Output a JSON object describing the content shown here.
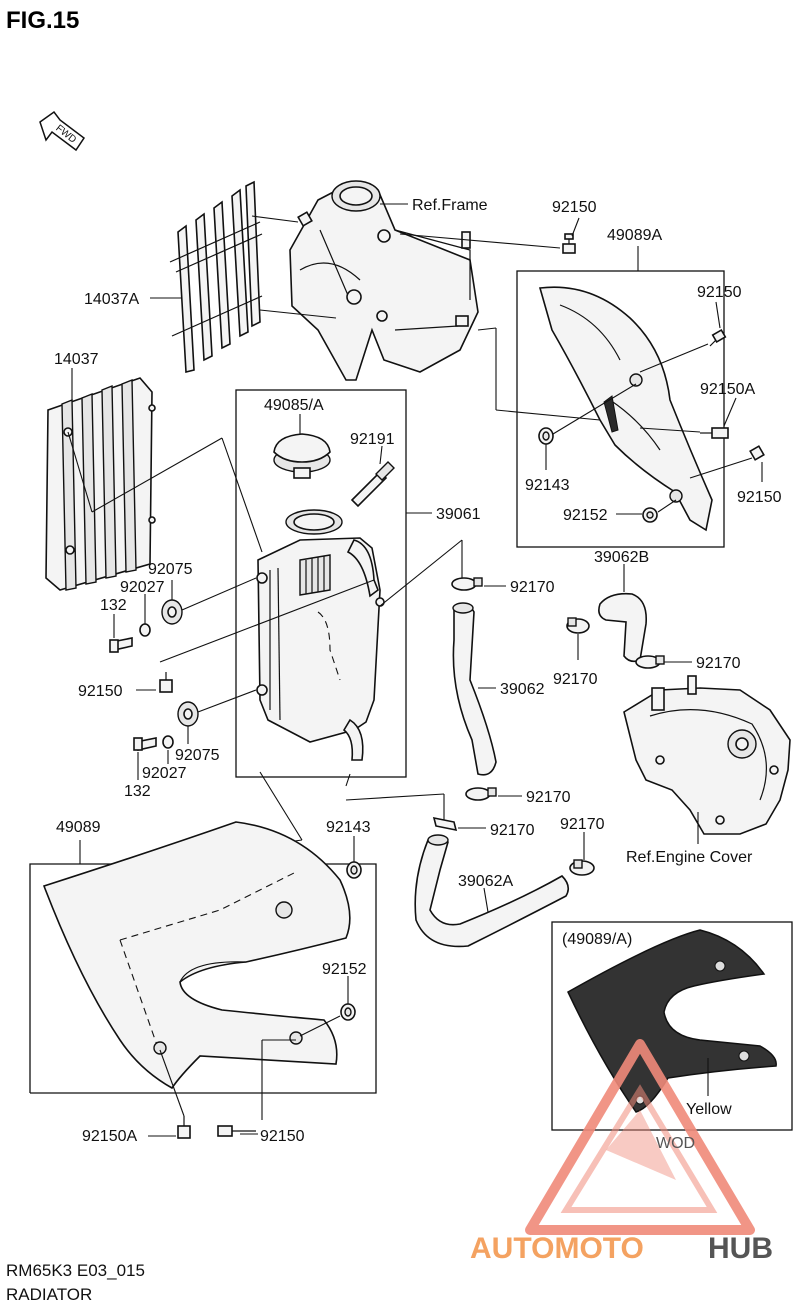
{
  "figure": {
    "number": "FIG.15",
    "code": "RM65K3 E03_015",
    "name": "RADIATOR",
    "fwd_label": "FWD"
  },
  "parts": {
    "p14037A": "14037A",
    "p14037": "14037",
    "p49085A": "49085/A",
    "p92191": "92191",
    "p39061": "39061",
    "p92075_top": "92075",
    "p92027_top": "92027",
    "p132_top": "132",
    "p92150_mid": "92150",
    "p92075_bot": "92075",
    "p92027_bot": "92027",
    "p132_bot": "132",
    "ref_frame": "Ref.Frame",
    "p92150_top": "92150",
    "p49089A": "49089A",
    "p92150_right": "92150",
    "p92150A_right": "92150A",
    "p92143_right": "92143",
    "p92150_right2": "92150",
    "p92152_right": "92152",
    "p39062B": "39062B",
    "p92170_a": "92170",
    "p39062": "39062",
    "p92170_b": "92170",
    "p92170_c": "92170",
    "p92170_d": "92170",
    "p92170_e": "92170",
    "p92170_f": "92170",
    "p39062A": "39062A",
    "ref_engine_cover": "Ref.Engine Cover",
    "p49089": "49089",
    "p92143_left": "92143",
    "p92152_left": "92152",
    "p92150A_bottom": "92150A",
    "p92150_bottom": "92150"
  },
  "inset": {
    "title": "(49089/A)",
    "color_label": "Yellow"
  },
  "watermark": {
    "part1": "AUTOMOTO",
    "part2": "HUB",
    "sub": "WOD",
    "accent_color": "#f08a7a",
    "dark_color": "#555555"
  }
}
